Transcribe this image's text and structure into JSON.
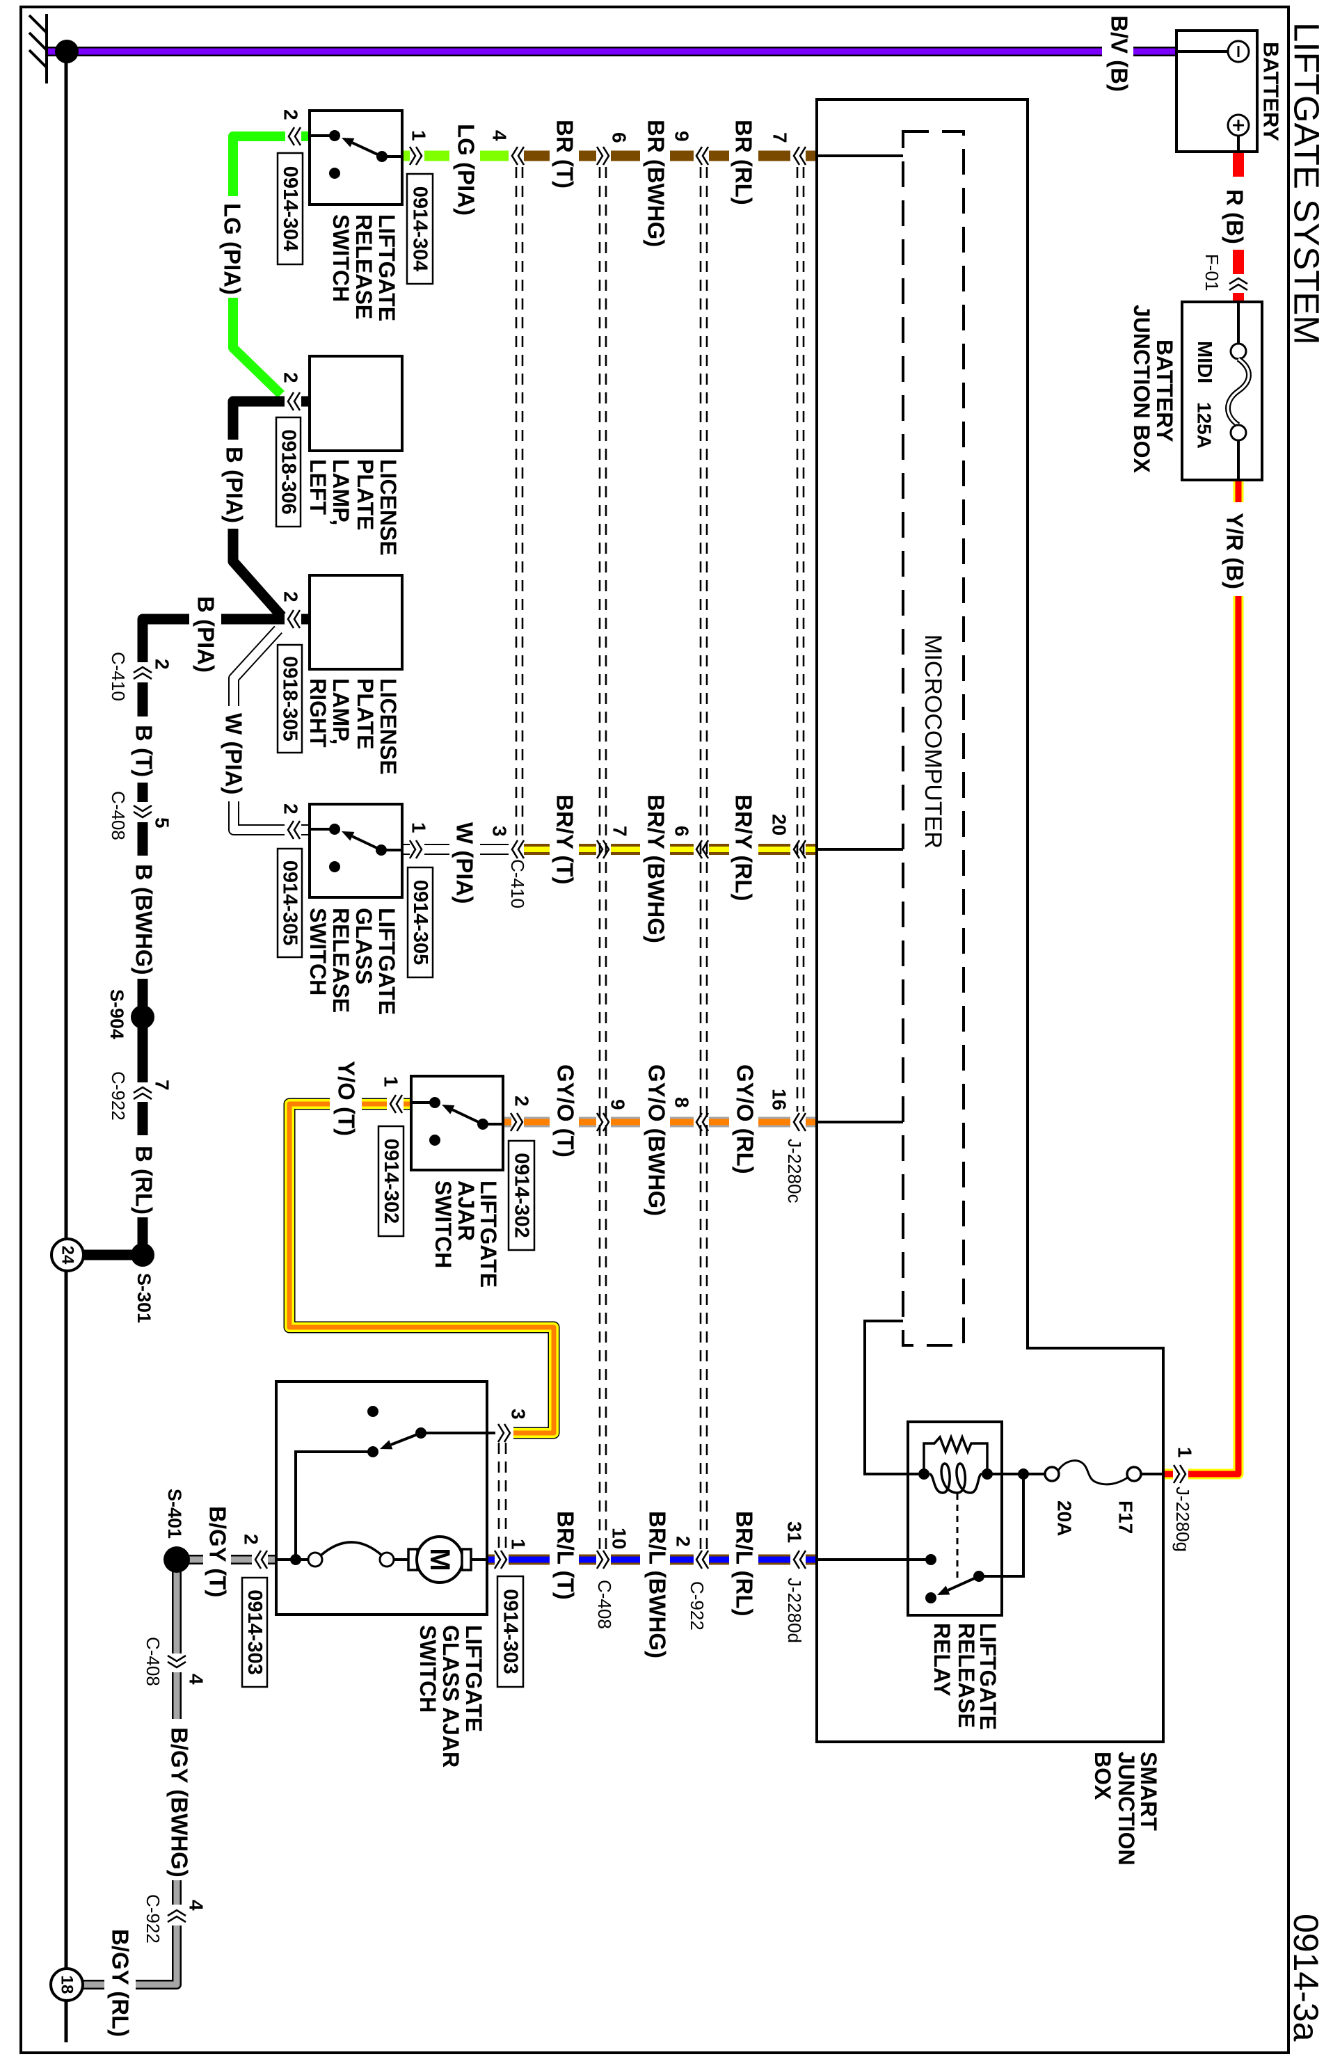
{
  "diagram": {
    "title": "LIFTGATE SYSTEM",
    "page_id": "0914-3a"
  },
  "wire_colors": {
    "black": "#000000",
    "white": "#ffffff",
    "purple": "#7b00ff",
    "red": "#ff0000",
    "yellow": "#ffff00",
    "light_green": "#80ff00",
    "green": "#22ff00",
    "brown": "#7a4a00",
    "orange": "#ff8000",
    "gray": "#a6a6a6",
    "blue": "#0000ff"
  },
  "components": {
    "battery": {
      "name": "BATTERY"
    },
    "battery_junction_box": {
      "name_lines": [
        "BATTERY",
        "JUNCTION BOX"
      ],
      "fuse_type": "MIDI",
      "fuse_rating": "125A"
    },
    "smart_junction_box": {
      "name_lines": [
        "SMART",
        "JUNCTION",
        "BOX"
      ]
    },
    "microcomputer": {
      "name": "MICROCOMPUTER"
    },
    "liftgate_release_relay": {
      "name_lines": [
        "LIFTGATE",
        "RELEASE",
        "RELAY"
      ]
    },
    "fuse_f17": {
      "id": "F17",
      "rating": "20A"
    },
    "liftgate_release_switch": {
      "name_lines": [
        "LIFTGATE",
        "RELEASE",
        "SWITCH"
      ],
      "connector": "0914-304",
      "pin_left": "2",
      "pin_right": "1"
    },
    "license_plate_lamp_left": {
      "name_lines": [
        "LICENSE",
        "PLATE",
        "LAMP,",
        "LEFT"
      ],
      "connector": "0918-306",
      "pin": "2"
    },
    "license_plate_lamp_right": {
      "name_lines": [
        "LICENSE",
        "PLATE",
        "LAMP,",
        "RIGHT"
      ],
      "connector": "0918-305",
      "pin": "2"
    },
    "liftgate_glass_release_switch": {
      "name_lines": [
        "LIFTGATE",
        "GLASS",
        "RELEASE",
        "SWITCH"
      ],
      "connector": "0914-305",
      "pin_left": "2",
      "pin_right": "1"
    },
    "liftgate_ajar_switch": {
      "name_lines": [
        "LIFTGATE",
        "AJAR",
        "SWITCH"
      ],
      "connector": "0914-302",
      "pin_left": "1",
      "pin_right": "2"
    },
    "liftgate_glass_ajar_switch": {
      "name_lines": [
        "LIFTGATE",
        "GLASS AJAR",
        "SWITCH"
      ],
      "connector": "0914-303",
      "pin_left": "2",
      "pin_switch": "3",
      "pin_motor": "1",
      "motor_symbol": "M"
    }
  },
  "wires": {
    "bv_b": "B/V (B)",
    "r_b": "R (B)",
    "yr_b": "Y/R (B)",
    "lg_pia_release_out": "LG (PIA)",
    "lg_pia_release_lamp": "LG (PIA)",
    "b_pia_lamp_left": "B (PIA)",
    "b_pia_lamp_right": "B (PIA)",
    "w_pia_lamp_switch": "W (PIA)",
    "w_pia_glass_release_out": "W (PIA)",
    "b_t": "B (T)",
    "b_bwhg": "B (BWHG)",
    "b_rl": "B (RL)",
    "br_t": "BR (T)",
    "br_bwhg": "BR (BWHG)",
    "br_rl": "BR (RL)",
    "bry_t": "BR/Y (T)",
    "bry_bwhg": "BR/Y (BWHG)",
    "bry_rl": "BR/Y (RL)",
    "gyo_t": "GY/O (T)",
    "gyo_bwhg": "GY/O (BWHG)",
    "gyo_rl": "GY/O (RL)",
    "brl_t": "BR/L (T)",
    "brl_bwhg": "BR/L (BWHG)",
    "brl_rl": "BR/L (RL)",
    "yo_t": "Y/O (T)",
    "bgy_t": "B/GY (T)",
    "bgy_bwhg": "B/GY (BWHG)",
    "bgy_rl": "B/GY (RL)"
  },
  "connectors": {
    "f01": "F-01",
    "c410": "C-410",
    "c408": "C-408",
    "c922": "C-922",
    "j2280c": "J-2280c",
    "j2280d": "J-2280d",
    "j2280g": "J-2280g"
  },
  "pins": {
    "c410_br": "4",
    "c408_br": "6",
    "c922_br": "9",
    "j2280c_br": "7",
    "c410_bry": "3",
    "c408_bry": "7",
    "c922_bry": "6",
    "j2280c_bry": "20",
    "c408_gyo": "9",
    "c922_gyo": "8",
    "j2280c_gyo": "16",
    "c408_brl": "10",
    "c922_brl": "2",
    "j2280d_brl": "31",
    "c410_b": "2",
    "c408_b": "5",
    "c922_b": "7",
    "c408_bgy": "4",
    "c922_bgy": "4",
    "j2280g_yr": "1"
  },
  "splices": {
    "s904": "S-904",
    "s301": "S-301",
    "s401": "S-401"
  },
  "grounds": {
    "g24": "24",
    "g18": "18"
  }
}
